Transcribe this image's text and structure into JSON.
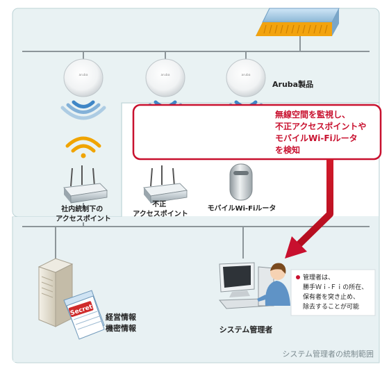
{
  "labels": {
    "aruba_products": "Aruba製品",
    "managed_ap": [
      "社内統制下の",
      "アクセスポイント"
    ],
    "rogue_ap": [
      "不正",
      "アクセスポイント"
    ],
    "mobile_router": "モバイルWi-Fiルータ",
    "detect_callout": [
      "無線空間を監視し、",
      "不正アクセスポイントや",
      "モバイルWi-Fiルータ",
      "を検知"
    ],
    "admin_note": [
      "管理者は、",
      "勝手Ｗｉ-Ｆｉの所在、",
      "保有者を突き止め、",
      "除去することが可能"
    ],
    "server_info": [
      "経営情報",
      "機密情報"
    ],
    "secret_tag": "Secret",
    "aruba_logo": "aruba",
    "sysadmin": "システム管理者",
    "control_scope": "システム管理者の統制範囲"
  },
  "colors": {
    "panel_bg": "#e9f2f3",
    "panel_border": "#bcd3d6",
    "callout_red": "#c8102e",
    "wifi_blue": "#3f86c6",
    "wifi_orange": "#f0a400"
  }
}
